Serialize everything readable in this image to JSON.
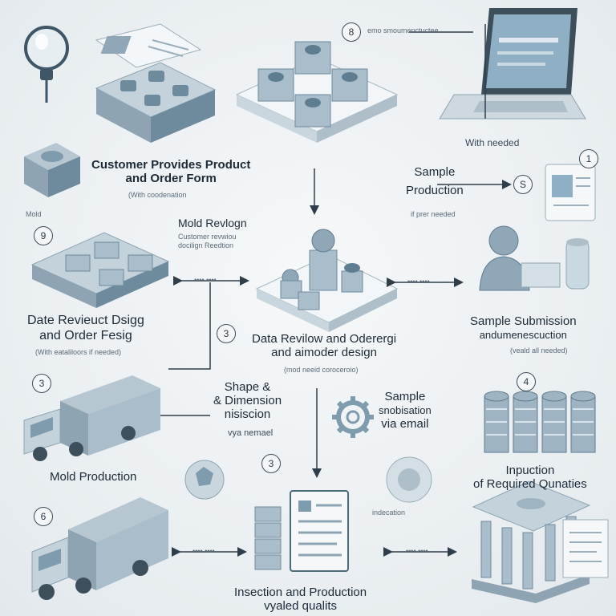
{
  "colors": {
    "accent": "#6d8fa3",
    "dark": "#4b6a7c",
    "light": "#d3dee5",
    "line": "#2e3e4a"
  },
  "labels": {
    "customer_title": "Customer Provides Product",
    "customer_title2": "and Order Form",
    "customer_sub": "(With coodenation",
    "mold_small": "Mold",
    "sample_title": "Sample",
    "sample_title2": "Production",
    "sample_sub": "if prer needed",
    "with_needed": "With needed",
    "top_caption": "emo smoumenctuctee",
    "mold_rev": "Mold Revlogn",
    "mold_rev_sub1": "Customer revwiou",
    "mold_rev_sub2": "docilign Reedtion",
    "date_review": "Date Revieuct Dsigg",
    "date_review2": "and Order Fesig",
    "date_review_sub": "(With eataliloors if needed)",
    "data_review": "Data Revilow and Oderergi",
    "data_review2": "and aimoder design",
    "data_review_sub": "(mod neeid coroceroio)",
    "sample_sub_title": "Sample Submission",
    "sample_sub_title2": "andumenescuction",
    "sample_sub_sub": "(veald all needed)",
    "shape_title": "Shape &",
    "shape_title2": "& Dimension",
    "shape_title3": "nisiscion",
    "shape_sub": "vya nemael",
    "sample_email": "Sample",
    "sample_email2": "snobisation",
    "sample_email3": "via email",
    "mold_production": "Mold Production",
    "inpuction": "Inpuction",
    "inpuction2": "of Required Qunaties",
    "inspection": "Insection and Production",
    "inspection2": "vyaled qualits",
    "indication": "indecation",
    "arrow_label": "•••• ••••"
  },
  "numbers": {
    "n_top": "8",
    "n_right_top": "1",
    "n_s": "S",
    "n_left_mid": "9",
    "n_center_3": "3",
    "n_left_3": "3",
    "n_right_4": "4",
    "n_bottom_3": "3",
    "n_left_6": "6"
  }
}
